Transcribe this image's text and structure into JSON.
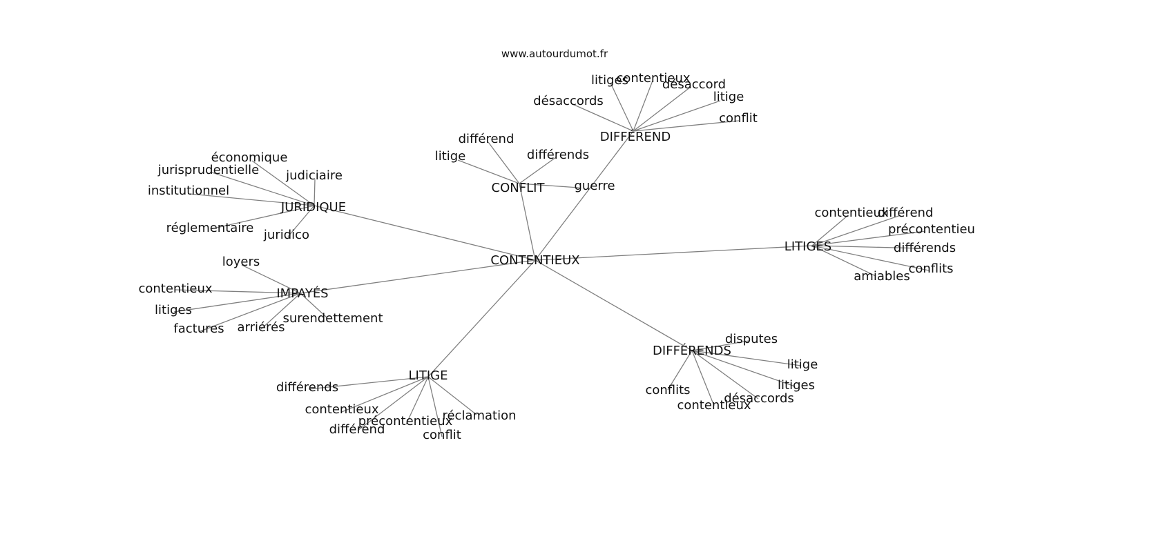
{
  "website": "www.autourdumot.fr",
  "center": "CONTENTIEUX",
  "hubs": [
    {
      "id": "differend",
      "label": "DIFFÉREND",
      "leaves": [
        "litiges",
        "contentieux",
        "désaccord",
        "litige",
        "conflit",
        "désaccords"
      ]
    },
    {
      "id": "conflit",
      "label": "CONFLIT",
      "leaves": [
        "différend",
        "litige",
        "différends",
        "guerre"
      ]
    },
    {
      "id": "juridique",
      "label": "JURIDIQUE",
      "leaves": [
        "économique",
        "jurisprudentielle",
        "judiciaire",
        "institutionnel",
        "réglementaire",
        "juridico"
      ]
    },
    {
      "id": "impayes",
      "label": "IMPAYÉS",
      "leaves": [
        "loyers",
        "contentieux",
        "litiges",
        "factures",
        "arriérés",
        "surendettement"
      ]
    },
    {
      "id": "litiges",
      "label": "LITIGES",
      "leaves": [
        "contentieux",
        "différend",
        "précontentieu",
        "différends",
        "conflits",
        "amiables"
      ]
    },
    {
      "id": "litige",
      "label": "LITIGE",
      "leaves": [
        "différends",
        "contentieux",
        "précontentieux",
        "différend",
        "conflit",
        "réclamation"
      ]
    },
    {
      "id": "differends",
      "label": "DIFFÉRENDS",
      "leaves": [
        "disputes",
        "litige",
        "litiges",
        "désaccords",
        "contentieux",
        "conflits"
      ]
    }
  ]
}
